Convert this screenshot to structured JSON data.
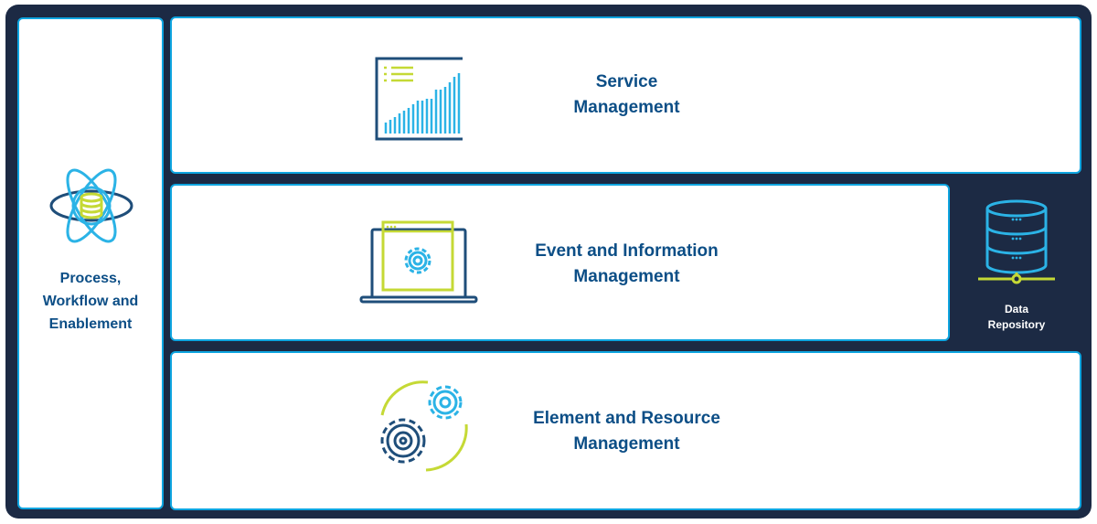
{
  "sidebar": {
    "label_lines": [
      "Process,",
      "Workflow and",
      "Enablement"
    ],
    "icon": "atom-database-icon"
  },
  "layers": [
    {
      "label_lines": [
        "Service",
        "Management"
      ],
      "icon": "bar-chart-report-icon"
    },
    {
      "label_lines": [
        "Event and Information",
        "Management"
      ],
      "icon": "laptop-gear-icon"
    },
    {
      "label_lines": [
        "Element and Resource",
        "Management"
      ],
      "icon": "gears-cycle-icon"
    }
  ],
  "repository": {
    "label_lines": [
      "Data",
      "Repository"
    ],
    "icon": "database-server-icon"
  },
  "colors": {
    "frame": "#1c2a44",
    "accent_blue": "#0ea5e0",
    "text_navy": "#0c4e86",
    "icon_navy": "#1f4e7a",
    "icon_lime": "#c5d935"
  }
}
